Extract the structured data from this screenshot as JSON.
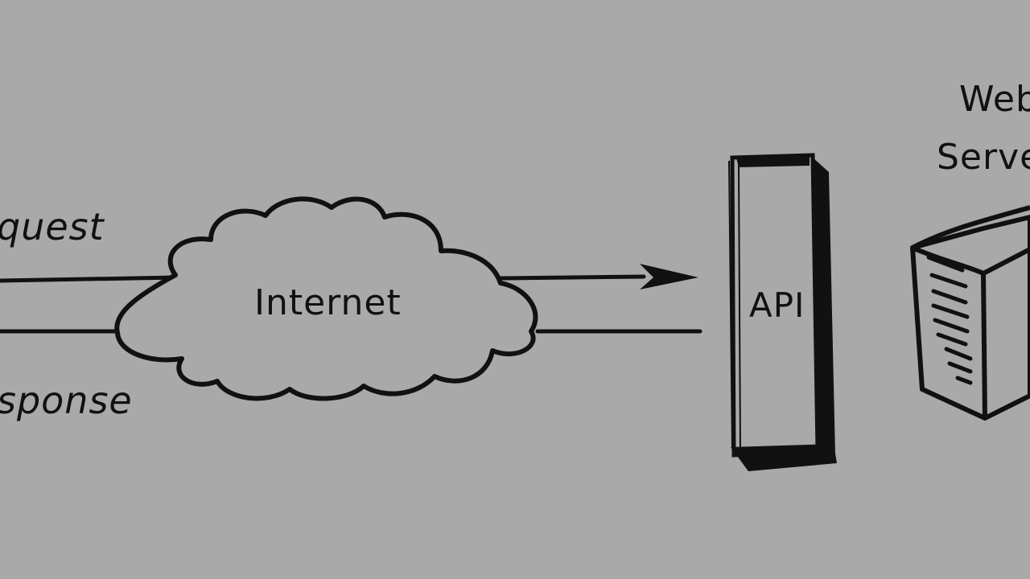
{
  "diagram": {
    "request_label": "quest",
    "response_label": "sponse",
    "cloud_label": "Internet",
    "api_label": "API",
    "server_label_line1": "Web",
    "server_label_line2": "Server",
    "colors": {
      "background": "#a9a9a9",
      "ink": "#111111"
    }
  }
}
